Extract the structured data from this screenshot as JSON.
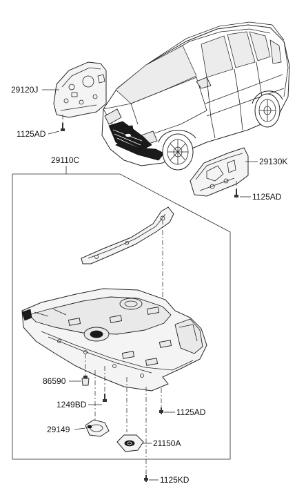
{
  "part_labels": {
    "p29120J": "29120J",
    "p1125AD_left": "1125AD",
    "p29110C": "29110C",
    "p29130K": "29130K",
    "p1125AD_right": "1125AD",
    "p86590": "86590",
    "p1249BD": "1249BD",
    "p1125AD_bottom": "1125AD",
    "p29149": "29149",
    "p21150A": "21150A",
    "p1125KD": "1125KD"
  }
}
